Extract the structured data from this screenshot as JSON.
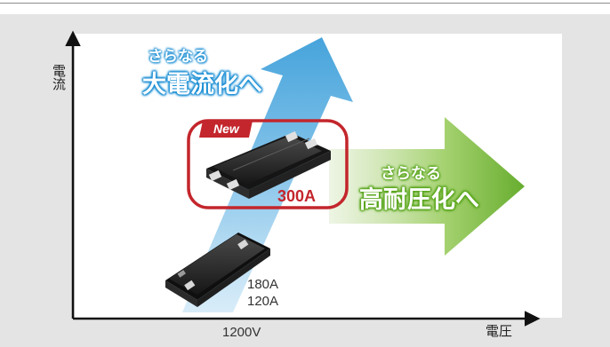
{
  "axes": {
    "y_label": "電流",
    "x_label": "電圧",
    "x_tick": "1200V"
  },
  "current_arrow": {
    "caption_small": "さらなる",
    "caption_large": "大電流化へ",
    "color": "#1a8ed4"
  },
  "voltage_arrow": {
    "caption_small": "さらなる",
    "caption_large": "高耐圧化へ",
    "color": "#5aa61d"
  },
  "new_module": {
    "badge": "New",
    "rating": "300A",
    "highlight_color": "#c3262c"
  },
  "existing_module": {
    "ratings": [
      "180A",
      "120A"
    ]
  },
  "colors": {
    "panel": "#e4e4e4",
    "axis": "#111111"
  }
}
